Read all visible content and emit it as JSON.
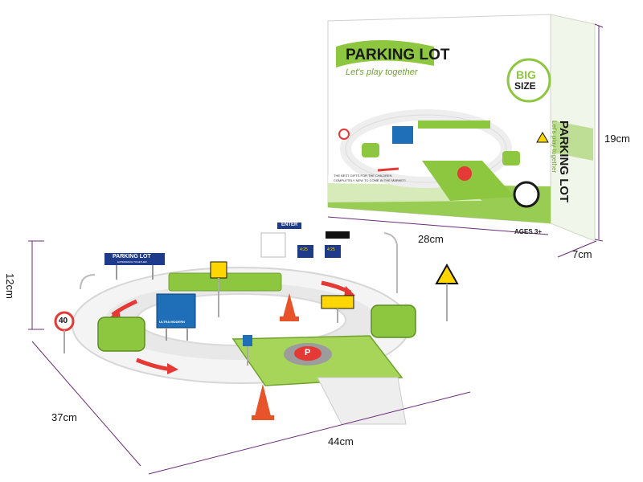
{
  "box": {
    "title": "PARKING LOT",
    "subtitle": "Let's play together",
    "side_title": "PARKING LOT",
    "side_subtitle": "Let's play together",
    "badge_line1": "BIG",
    "badge_line2": "SIZE",
    "ages": "AGES 3+",
    "small_text_1": "THE BEST GIFTS FOR THE CHILDREN",
    "small_text_2": "COMPLETELY NEW TO COME IN THE MARKET!"
  },
  "dimensions": {
    "box_height": "19cm",
    "box_width": "28cm",
    "box_depth": "7cm",
    "set_height": "12cm",
    "set_depth": "37cm",
    "set_width": "44cm"
  },
  "signs": {
    "parking_lot": "PARKING LOT",
    "parking_lot_sub": "EXPERIENCE TOGETHER",
    "enter": "ENTER",
    "speed_limit": "40",
    "parking_p": "P",
    "billboard": "ULTRA MODERN",
    "pump_1": "4:25",
    "pump_2": "4:25"
  },
  "colors": {
    "green": "#8dc63f",
    "track_white": "#f2f2f2",
    "arrow_red": "#e53935",
    "cone_orange": "#e8542a",
    "dimension_line": "#6b2c7a",
    "sign_blue": "#1e6fb8"
  }
}
